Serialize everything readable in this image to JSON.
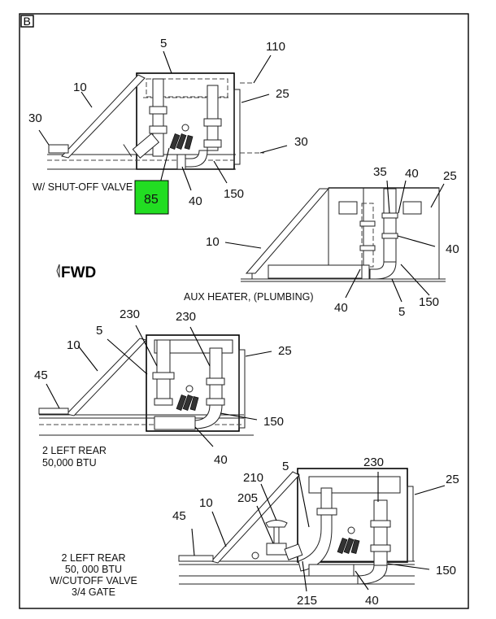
{
  "sheet": {
    "letter": "B",
    "fwd_label": "FWD"
  },
  "views": [
    {
      "id": "shutoff-valve",
      "caption_lines": [
        "W/ SHUT-OFF VALVE"
      ],
      "callouts": [
        "5",
        "110",
        "10",
        "25",
        "30",
        "30",
        "40",
        "150"
      ],
      "highlight": {
        "label": "85",
        "color": "#22dd22"
      }
    },
    {
      "id": "aux-heater-plumbing",
      "caption_lines": [
        "AUX HEATER,  (PLUMBING)"
      ],
      "callouts": [
        "35",
        "40",
        "25",
        "10",
        "40",
        "40",
        "5",
        "150"
      ]
    },
    {
      "id": "left-rear-50000",
      "caption_lines": [
        "2 LEFT REAR",
        "50,000 BTU"
      ],
      "callouts": [
        "230",
        "230",
        "5",
        "10",
        "25",
        "45",
        "150",
        "40"
      ]
    },
    {
      "id": "left-rear-cutoff",
      "caption_lines": [
        "2 LEFT REAR",
        "50, 000 BTU",
        "W/CUTOFF VALVE",
        "3/4 GATE"
      ],
      "callouts": [
        "5",
        "230",
        "210",
        "25",
        "10",
        "205",
        "45",
        "150",
        "215",
        "40"
      ]
    }
  ]
}
